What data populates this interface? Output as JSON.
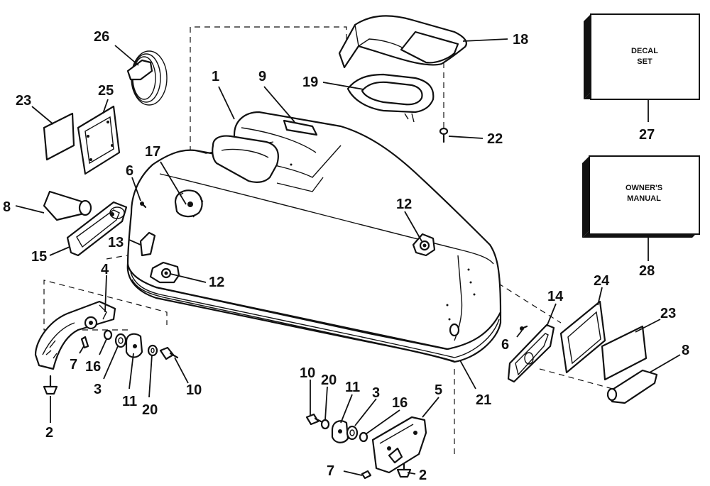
{
  "diagram": {
    "boxes": {
      "decal": {
        "line1": "DECAL",
        "line2": "SET"
      },
      "manual": {
        "line1": "OWNER'S",
        "line2": "MANUAL"
      }
    },
    "callouts": {
      "c1": "1",
      "c2a": "2",
      "c2b": "2",
      "c3a": "3",
      "c3b": "3",
      "c4": "4",
      "c5": "5",
      "c6a": "6",
      "c6b": "6",
      "c7a": "7",
      "c7b": "7",
      "c8a": "8",
      "c8b": "8",
      "c9": "9",
      "c10a": "10",
      "c10b": "10",
      "c11a": "11",
      "c11b": "11",
      "c12a": "12",
      "c12b": "12",
      "c13": "13",
      "c14": "14",
      "c15": "15",
      "c16a": "16",
      "c16b": "16",
      "c17": "17",
      "c18": "18",
      "c19": "19",
      "c20a": "20",
      "c20b": "20",
      "c21": "21",
      "c22": "22",
      "c23a": "23",
      "c23b": "23",
      "c24": "24",
      "c25": "25",
      "c26": "26",
      "c27": "27",
      "c28": "28"
    }
  }
}
